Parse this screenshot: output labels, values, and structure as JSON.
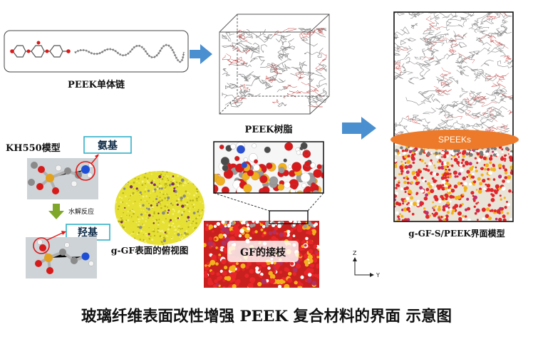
{
  "labels": {
    "peek_chain": "PEEK单体链",
    "peek_resin": "PEEK树脂",
    "kh550_model": "KH550模型",
    "amino": "氨基",
    "hydrolysis": "水解反应",
    "hydroxyl": "羟基",
    "ggf_top_view": "g-GF表面的俯视图",
    "gf_grafting": "GF的接枝",
    "interface_model": "g-GF-S/PEEK界面模型",
    "speeks": "SPEEKs",
    "axis_z": "Z",
    "axis_y": "Y"
  },
  "caption": "玻璃纤维表面改性增强 PEEK 复合材料的界面 示意图",
  "colors": {
    "arrow_blue": "#4a8fd0",
    "arrow_green": "#7fa82a",
    "box_cyan": "#30b0c8",
    "speeks_orange": "#ec7a2a",
    "highlight_red": "#e01818",
    "oxygen_red": "#d7191c",
    "silicon_gold": "#f0b020",
    "surface_yellow": "#e6e035"
  }
}
